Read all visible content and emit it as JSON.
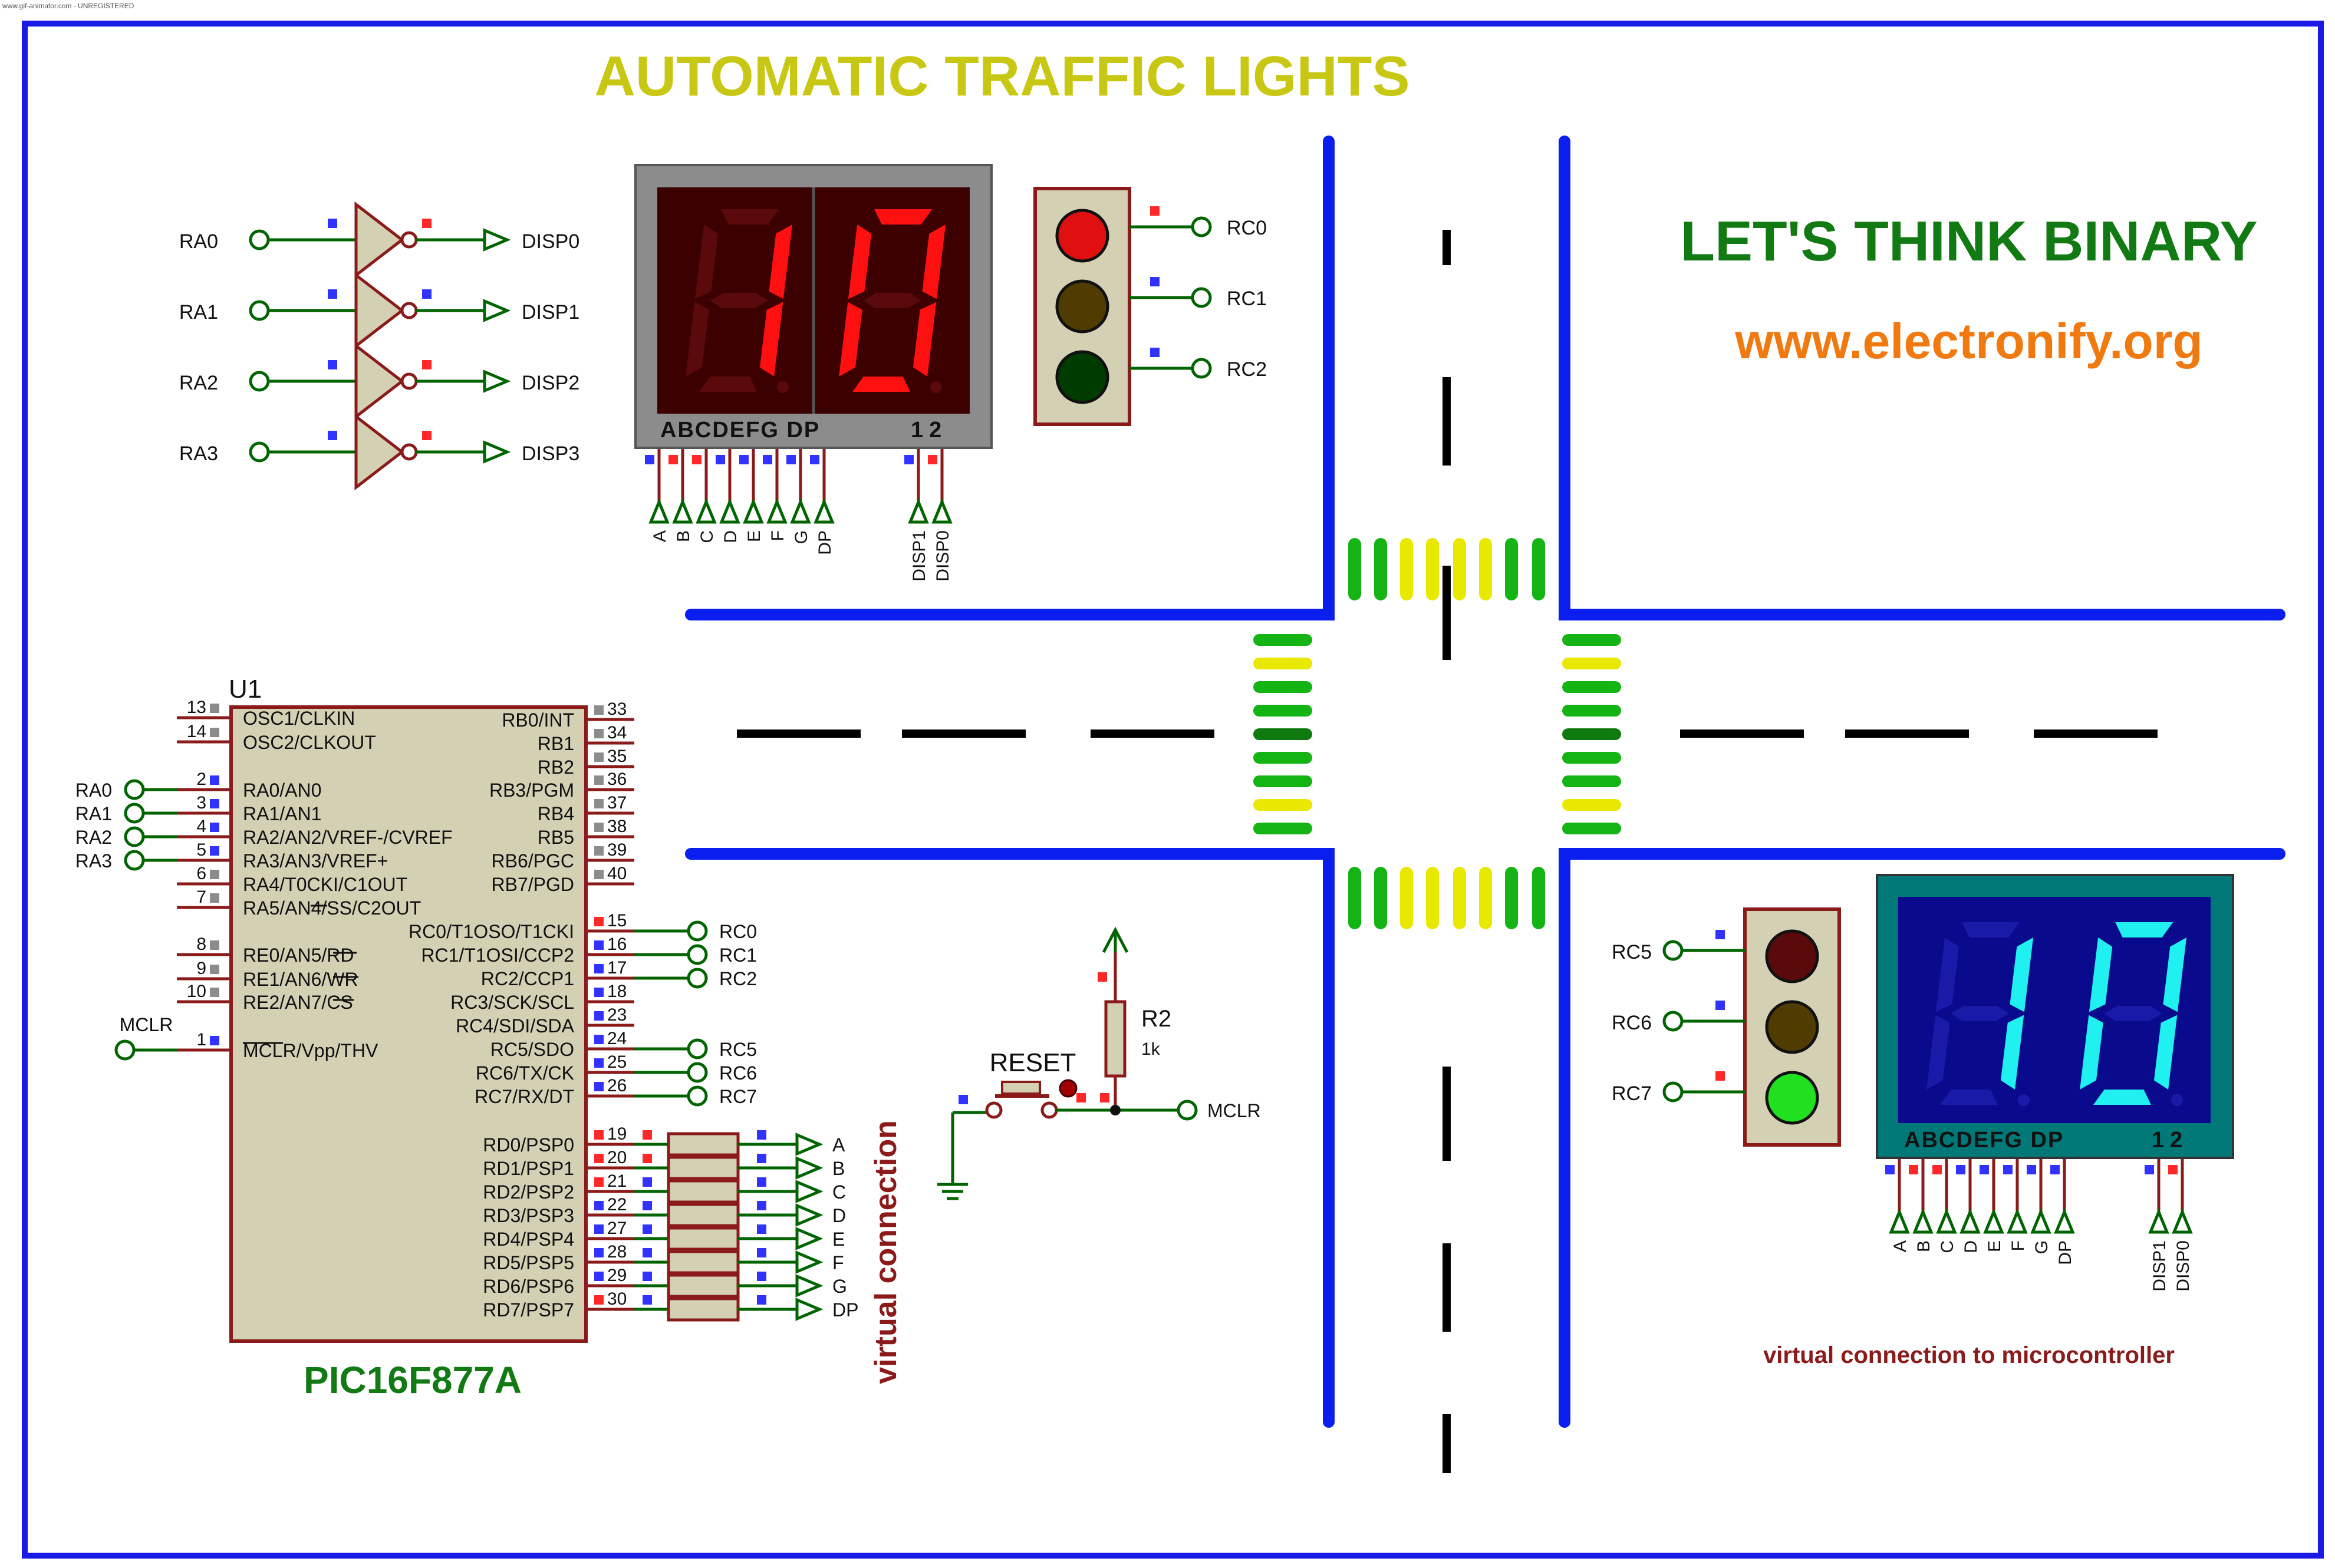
{
  "watermark": "www.gif-animator.com - UNREGISTERED",
  "title": "AUTOMATIC TRAFFIC LIGHTS",
  "slogan": "LET'S THINK BINARY",
  "website": "www.electronify.org",
  "colors": {
    "frame": "#1a1ae6",
    "road": "#0a1ef0",
    "wire": "#006400",
    "component": "#8b1a1a",
    "chip_fill": "#d4d0b4",
    "title": "#c8c814",
    "slogan": "#127a12",
    "website": "#f07a10",
    "disp_red_bg": "#3c0000",
    "disp_red_seg_on": "#ff1010",
    "disp_red_seg_off": "#5a0a0a",
    "disp_blue_bg": "#0a0a8c",
    "disp_blue_seg_on": "#20f0f0",
    "disp_blue_seg_off": "#1a1aa8",
    "pin_blue": "#3232ff",
    "pin_red": "#ff2828",
    "pin_gray": "#8c8c8c"
  },
  "buffers": [
    {
      "input": "RA0",
      "output": "DISP0"
    },
    {
      "input": "RA1",
      "output": "DISP1"
    },
    {
      "input": "RA2",
      "output": "DISP2"
    },
    {
      "input": "RA3",
      "output": "DISP3"
    }
  ],
  "display_left": {
    "digits": "10",
    "segment_label": "ABCDEFG  DP",
    "digit_label": "12",
    "bus_labels": [
      "A",
      "B",
      "C",
      "D",
      "E",
      "F",
      "G",
      "DP"
    ],
    "disp_labels": [
      "DISP1",
      "DISP0"
    ]
  },
  "display_right": {
    "digits": "10",
    "segment_label": "ABCDEFG  DP",
    "digit_label": "12",
    "bus_labels": [
      "A",
      "B",
      "C",
      "D",
      "E",
      "F",
      "G",
      "DP"
    ],
    "disp_labels": [
      "DISP1",
      "DISP0"
    ]
  },
  "traffic_left": {
    "labels": [
      "RC0",
      "RC1",
      "RC2"
    ],
    "lamp_colors": [
      "#e01010",
      "#503c00",
      "#003c00"
    ]
  },
  "traffic_right": {
    "labels": [
      "RC5",
      "RC6",
      "RC7"
    ],
    "lamp_colors": [
      "#5a0a0a",
      "#503c00",
      "#20e020"
    ]
  },
  "mcu": {
    "ref": "U1",
    "part": "PIC16F877A",
    "left_pins": [
      {
        "num": "13",
        "name": "OSC1/CLKIN",
        "net": ""
      },
      {
        "num": "14",
        "name": "OSC2/CLKOUT",
        "net": ""
      },
      {
        "num": "2",
        "name": "RA0/AN0",
        "net": "RA0"
      },
      {
        "num": "3",
        "name": "RA1/AN1",
        "net": "RA1"
      },
      {
        "num": "4",
        "name": "RA2/AN2/VREF-/CVREF",
        "net": "RA2"
      },
      {
        "num": "5",
        "name": "RA3/AN3/VREF+",
        "net": "RA3"
      },
      {
        "num": "6",
        "name": "RA4/T0CKI/C1OUT",
        "net": ""
      },
      {
        "num": "7",
        "name": "RA5/AN4/SS/C2OUT",
        "net": ""
      },
      {
        "num": "8",
        "name": "RE0/AN5/RD",
        "net": ""
      },
      {
        "num": "9",
        "name": "RE1/AN6/WR",
        "net": ""
      },
      {
        "num": "10",
        "name": "RE2/AN7/CS",
        "net": ""
      },
      {
        "num": "1",
        "name": "MCLR/Vpp/THV",
        "net": "MCLR"
      }
    ],
    "right_pins": [
      {
        "num": "33",
        "name": "RB0/INT",
        "net": ""
      },
      {
        "num": "34",
        "name": "RB1",
        "net": ""
      },
      {
        "num": "35",
        "name": "RB2",
        "net": ""
      },
      {
        "num": "36",
        "name": "RB3/PGM",
        "net": ""
      },
      {
        "num": "37",
        "name": "RB4",
        "net": ""
      },
      {
        "num": "38",
        "name": "RB5",
        "net": ""
      },
      {
        "num": "39",
        "name": "RB6/PGC",
        "net": ""
      },
      {
        "num": "40",
        "name": "RB7/PGD",
        "net": ""
      },
      {
        "num": "15",
        "name": "RC0/T1OSO/T1CKI",
        "net": "RC0"
      },
      {
        "num": "16",
        "name": "RC1/T1OSI/CCP2",
        "net": "RC1"
      },
      {
        "num": "17",
        "name": "RC2/CCP1",
        "net": "RC2"
      },
      {
        "num": "18",
        "name": "RC3/SCK/SCL",
        "net": ""
      },
      {
        "num": "23",
        "name": "RC4/SDI/SDA",
        "net": ""
      },
      {
        "num": "24",
        "name": "RC5/SDO",
        "net": "RC5"
      },
      {
        "num": "25",
        "name": "RC6/TX/CK",
        "net": "RC6"
      },
      {
        "num": "26",
        "name": "RC7/RX/DT",
        "net": "RC7"
      },
      {
        "num": "19",
        "name": "RD0/PSP0",
        "net": "A"
      },
      {
        "num": "20",
        "name": "RD1/PSP1",
        "net": "B"
      },
      {
        "num": "21",
        "name": "RD2/PSP2",
        "net": "C"
      },
      {
        "num": "22",
        "name": "RD3/PSP3",
        "net": "D"
      },
      {
        "num": "27",
        "name": "RD4/PSP4",
        "net": "E"
      },
      {
        "num": "28",
        "name": "RD5/PSP5",
        "net": "F"
      },
      {
        "num": "29",
        "name": "RD6/PSP6",
        "net": "G"
      },
      {
        "num": "30",
        "name": "RD7/PSP7",
        "net": "DP"
      }
    ]
  },
  "virtual_connection": "virtual connection",
  "virtual_connection_mcu": "virtual connection to microcontroller",
  "reset": {
    "label": "RESET",
    "resistor_ref": "R2",
    "resistor_value": "1k",
    "net": "MCLR"
  }
}
